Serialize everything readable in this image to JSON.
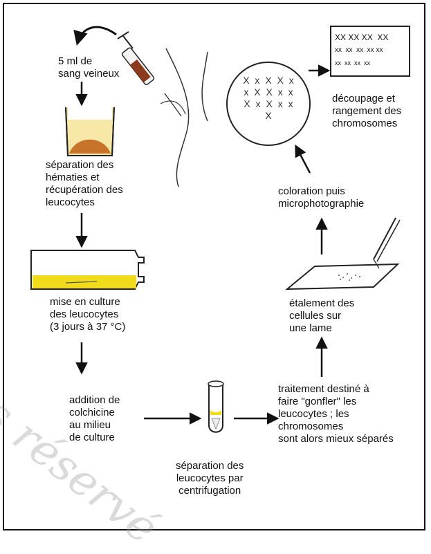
{
  "labels": {
    "blood_sample": "5 ml de\nsang veineux",
    "separation": "séparation des\nhématies et\nrécupération des\nleucocytes",
    "culture": "mise en culture\ndes leucocytes\n(3 jours à 37 °C)",
    "colchicine": "addition de\ncolchicine\nau milieu\nde culture",
    "centrifugation": "séparation des\nleucocytes par\ncentrifugation",
    "treatment": "traitement destiné à\nfaire \"gonfler\" les\nleucocytes ; les\nchromosomes\nsont alors mieux séparés",
    "spreading": "étalement des\ncellules sur\nune lame",
    "staining": "coloration puis\nmicrophotographie",
    "karyotype": "découpage et\nrangement des\nchromosomes"
  },
  "karyotype_rows": [
    "XX XX XX  XX",
    "xx  xx  xx  xx xx",
    "xx  xx  xx  xx"
  ],
  "metaphase_marks": "X x X X x x X X x x X x X x x X",
  "watermark": "s réservé",
  "colors": {
    "blood": "#8b3a1e",
    "culture_medium": "#f0dc1a",
    "sediment": "#c8732a",
    "slide": "#ffffff"
  }
}
